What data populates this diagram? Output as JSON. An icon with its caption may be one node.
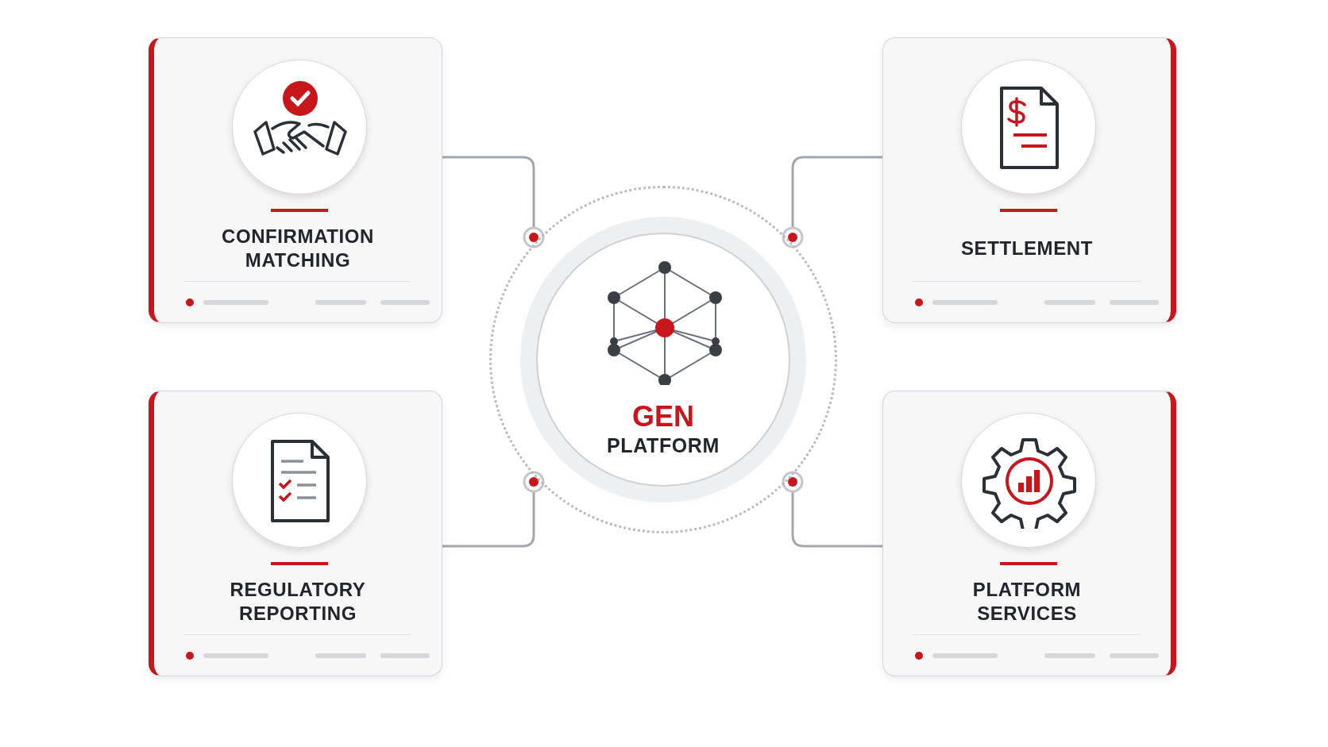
{
  "diagram": {
    "nodes": [
      {
        "text": [
          "CONFIRMATION MATCHING"
        ]
      },
      {
        "text": [
          "SETTLEMENT"
        ]
      },
      {
        "text": [
          "REGULATORY REPORTING"
        ]
      },
      {
        "text": [
          "PLATFORM SERVICES"
        ]
      },
      {
        "text": [
          "GEN",
          "PLATFORM"
        ]
      }
    ],
    "edges": [
      {
        "from": 0,
        "to": 4,
        "arrow": "other"
      },
      {
        "from": 1,
        "to": 4,
        "arrow": "other"
      },
      {
        "from": 2,
        "to": 4,
        "arrow": "other"
      },
      {
        "from": 3,
        "to": 4,
        "arrow": "other"
      }
    ]
  }
}
